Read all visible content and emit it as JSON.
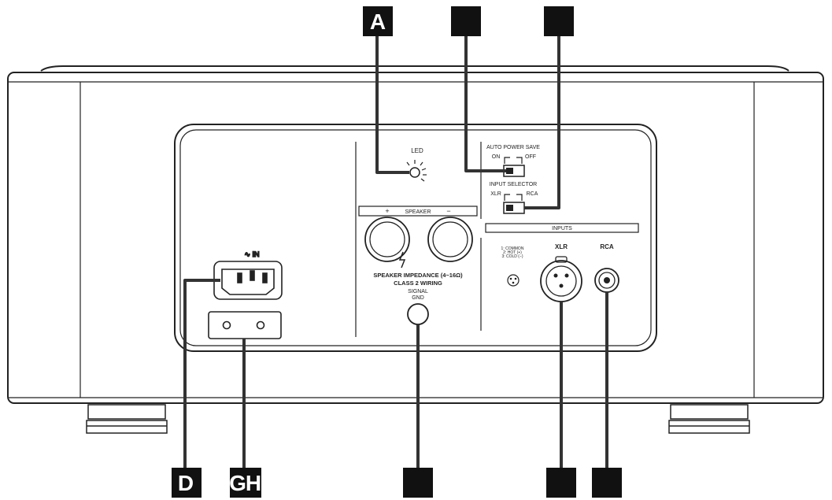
{
  "callouts": {
    "a": "A",
    "b": "",
    "c": "",
    "d": "D",
    "g": "G",
    "h": "H",
    "e": "",
    "f": "",
    "i": ""
  },
  "panel": {
    "led": "LED",
    "auto_power_save": "AUTO POWER SAVE",
    "on": "ON",
    "off": "OFF",
    "input_selector": "INPUT SELECTOR",
    "xlr_sel": "XLR",
    "rca_sel": "RCA",
    "speaker": "SPEAKER",
    "plus": "+",
    "minus": "−",
    "inputs": "INPUTS",
    "xlr": "XLR",
    "rca": "RCA",
    "pin_1": "1: COMMON",
    "pin_2": "2: HOT (+)",
    "pin_3": "3: COLD (−)",
    "ac_in": "∿ IN",
    "impedance": "SPEAKER IMPEDANCE (4~16Ω)",
    "wiring": "CLASS 2 WIRING",
    "signal": "SIGNAL",
    "gnd": "GND"
  },
  "colors": {
    "stroke": "#222222",
    "callout_bg": "#111111",
    "leader": "#333333"
  }
}
